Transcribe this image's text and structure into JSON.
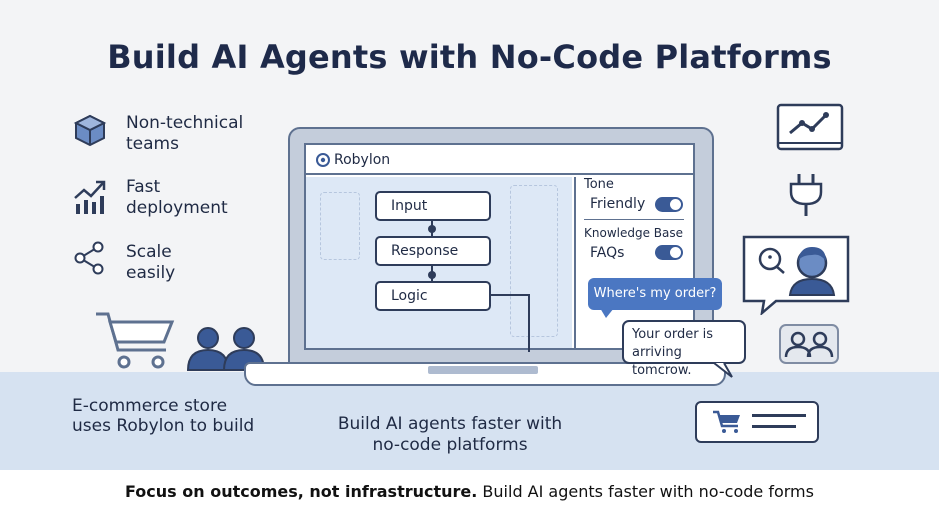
{
  "header": {
    "title": "Build AI Agents with No-Code Platforms"
  },
  "features": [
    {
      "icon": "box-icon",
      "line1": "Non-technical",
      "line2": "teams"
    },
    {
      "icon": "growth-chart-icon",
      "line1": "Fast",
      "line2": "deployment"
    },
    {
      "icon": "share-nodes-icon",
      "line1": "Scale",
      "line2": "easily"
    }
  ],
  "app": {
    "name": "Robylon",
    "nodes": [
      "Input",
      "Response",
      "Logic"
    ],
    "settings": {
      "tone_label": "Tone",
      "tone_value": "Friendly",
      "kb_label": "Knowledge Base",
      "kb_value": "FAQs"
    }
  },
  "chat": {
    "question": "Where's my order?",
    "answer_line1": "Your order is",
    "answer_line2": "arriving tomcrow."
  },
  "band": {
    "left_line1": "E-commerce store",
    "left_line2": "uses Robylon to build",
    "center_line1": "Build AI agents faster with",
    "center_line2": "no-code platforms"
  },
  "footer": {
    "bold": "Focus on outcomes, not infrastructure.",
    "rest": " Build AI agents faster with no-code forms"
  },
  "colors": {
    "accent": "#4b77c2",
    "band": "#d6e2f1",
    "outline": "#2e3c5a",
    "icon": "#3a5a96"
  }
}
